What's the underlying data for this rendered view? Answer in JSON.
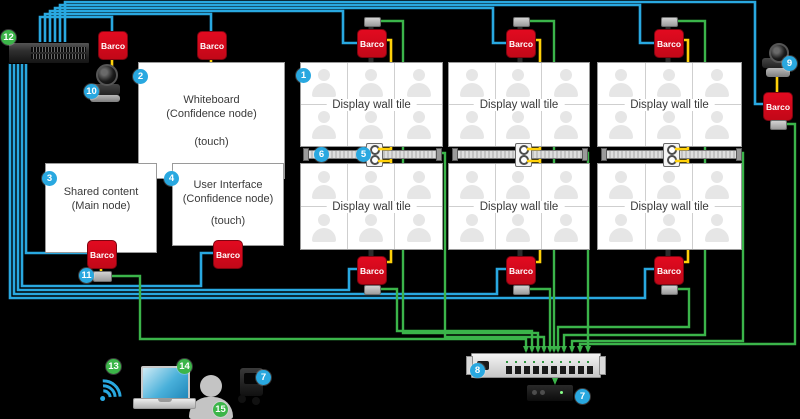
{
  "labels": {
    "barco": "Barco",
    "wall_tile": "Display wall tile"
  },
  "nodes": {
    "whiteboard": {
      "line1": "Whiteboard",
      "line2": "(Confidence node)",
      "line3": "(touch)"
    },
    "shared_content": {
      "line1": "Shared content",
      "line2": "(Main node)"
    },
    "user_interface": {
      "line1": "User Interface",
      "line2": "(Confidence node)",
      "line3": "(touch)"
    }
  },
  "badges": {
    "n1": "1",
    "n2": "2",
    "n3": "3",
    "n4": "4",
    "n5": "5",
    "n6": "6",
    "n7": "7",
    "n8": "8",
    "n9": "9",
    "n10": "10",
    "n11": "11",
    "n12": "12",
    "n13": "13",
    "n14": "14",
    "n15": "15"
  },
  "colors": {
    "cable_blue": "#29a8e0",
    "cable_green": "#3bb44a",
    "cable_yellow": "#ffd10a",
    "barco_red": "#d2091e",
    "badge_blue": "#29a8e0",
    "badge_green": "#3cb549"
  }
}
